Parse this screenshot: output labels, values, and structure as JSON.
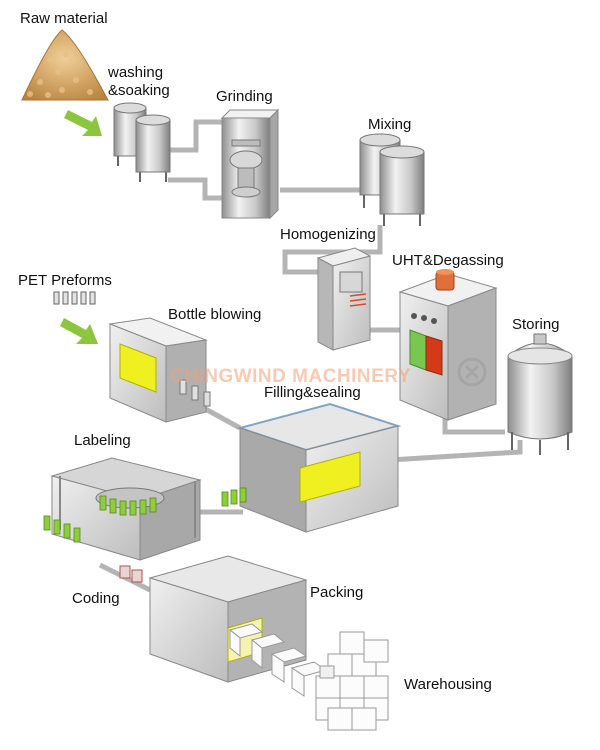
{
  "labels": {
    "raw_material": "Raw material",
    "washing_line1": "washing",
    "washing_line2": "&soaking",
    "grinding": "Grinding",
    "mixing": "Mixing",
    "homogenizing": "Homogenizing",
    "uht_degassing": "UHT&Degassing",
    "pet_preforms": "PET Preforms",
    "bottle_blowing": "Bottle blowing",
    "storing": "Storing",
    "filling_sealing": "Filling&sealing",
    "labeling": "Labeling",
    "coding": "Coding",
    "packing": "Packing",
    "warehousing": "Warehousing"
  },
  "watermark": "CHINGWIND MACHINERY",
  "colors": {
    "arrow_green": "#8cc63f",
    "screen_yellow": "#f0f020",
    "steel_light": "#e8e8e8",
    "steel_dark": "#8f8f8f",
    "pipe": "#b5b5b5",
    "bean": "#d9a86a",
    "uht_panel_red": "#d43a1a",
    "uht_panel_green": "#78c850",
    "watermark": "#f3a074"
  }
}
